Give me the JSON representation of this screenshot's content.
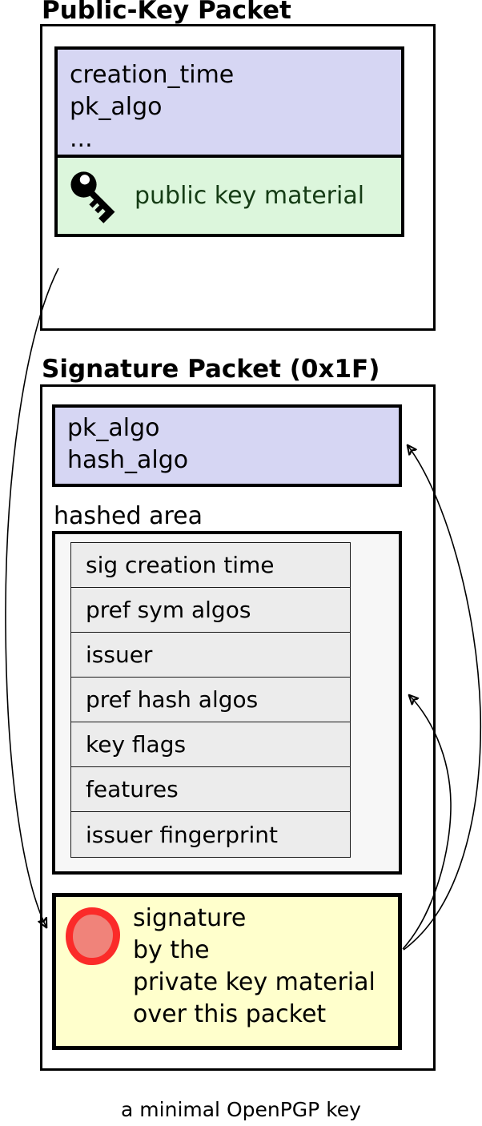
{
  "public_key_packet": {
    "title": "Public-Key Packet",
    "fields": [
      "creation_time",
      "pk_algo",
      "..."
    ],
    "material_label": "public key material"
  },
  "signature_packet": {
    "title": "Signature Packet (0x1F)",
    "fields": [
      "pk_algo",
      "hash_algo"
    ],
    "hashed_area": {
      "label": "hashed area",
      "subpackets": [
        "sig creation time",
        "pref sym algos",
        "issuer",
        "pref hash algos",
        "key flags",
        "features",
        "issuer fingerprint"
      ]
    },
    "signature_text": [
      "signature",
      "by the",
      "private key material",
      "over this packet"
    ]
  },
  "caption": "a minimal OpenPGP key",
  "icons": {
    "public_key": "key-icon",
    "signature": "wax-seal-icon"
  },
  "colors": {
    "packet_header_fill": "#d6d6f3",
    "key_material_fill": "#dcf6dc",
    "key_material_text": "#153c15",
    "hashed_area_fill": "#f7f7f7",
    "subpacket_fill": "#ececec",
    "signature_fill": "#ffffcc",
    "seal_ring": "#fb2b29",
    "seal_center": "#f0837a",
    "line": "#000000"
  }
}
